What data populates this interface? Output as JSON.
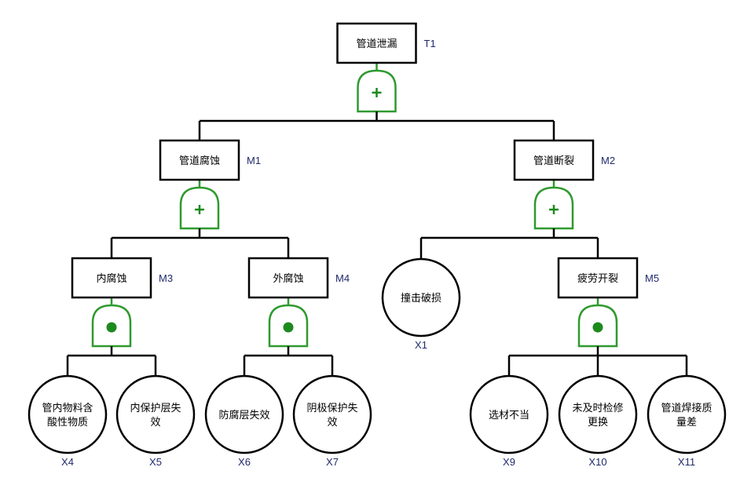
{
  "diagram": {
    "type": "fault-tree",
    "colors": {
      "line": "#000000",
      "gate": "#2f9a2f",
      "id_label": "#1f2a6b"
    },
    "events": [
      {
        "id": "T1",
        "label": "管道泄漏",
        "kind": "top",
        "gate": "or"
      },
      {
        "id": "M1",
        "label": "管道腐蚀",
        "kind": "intermediate",
        "parent": "T1",
        "gate": "or"
      },
      {
        "id": "M2",
        "label": "管道断裂",
        "kind": "intermediate",
        "parent": "T1",
        "gate": "or"
      },
      {
        "id": "M3",
        "label": "内腐蚀",
        "kind": "intermediate",
        "parent": "M1",
        "gate": "and"
      },
      {
        "id": "M4",
        "label": "外腐蚀",
        "kind": "intermediate",
        "parent": "M1",
        "gate": "and"
      },
      {
        "id": "X1",
        "label": "撞击破损",
        "kind": "basic",
        "parent": "M2"
      },
      {
        "id": "M5",
        "label": "疲劳开裂",
        "kind": "intermediate",
        "parent": "M2",
        "gate": "and"
      },
      {
        "id": "X4",
        "label": [
          "管内物料含",
          "酸性物质"
        ],
        "kind": "basic",
        "parent": "M3"
      },
      {
        "id": "X5",
        "label": [
          "内保护层失",
          "效"
        ],
        "kind": "basic",
        "parent": "M3"
      },
      {
        "id": "X6",
        "label": [
          "防腐层失效"
        ],
        "kind": "basic",
        "parent": "M4"
      },
      {
        "id": "X7",
        "label": [
          "阴极保护失",
          "效"
        ],
        "kind": "basic",
        "parent": "M4"
      },
      {
        "id": "X9",
        "label": [
          "选材不当"
        ],
        "kind": "basic",
        "parent": "M5"
      },
      {
        "id": "X10",
        "label": [
          "未及时检修",
          "更换"
        ],
        "kind": "basic",
        "parent": "M5"
      },
      {
        "id": "X11",
        "label": [
          "管道焊接质",
          "量差"
        ],
        "kind": "basic",
        "parent": "M5"
      }
    ],
    "gate_symbols": {
      "or": "+",
      "and": "●"
    }
  }
}
